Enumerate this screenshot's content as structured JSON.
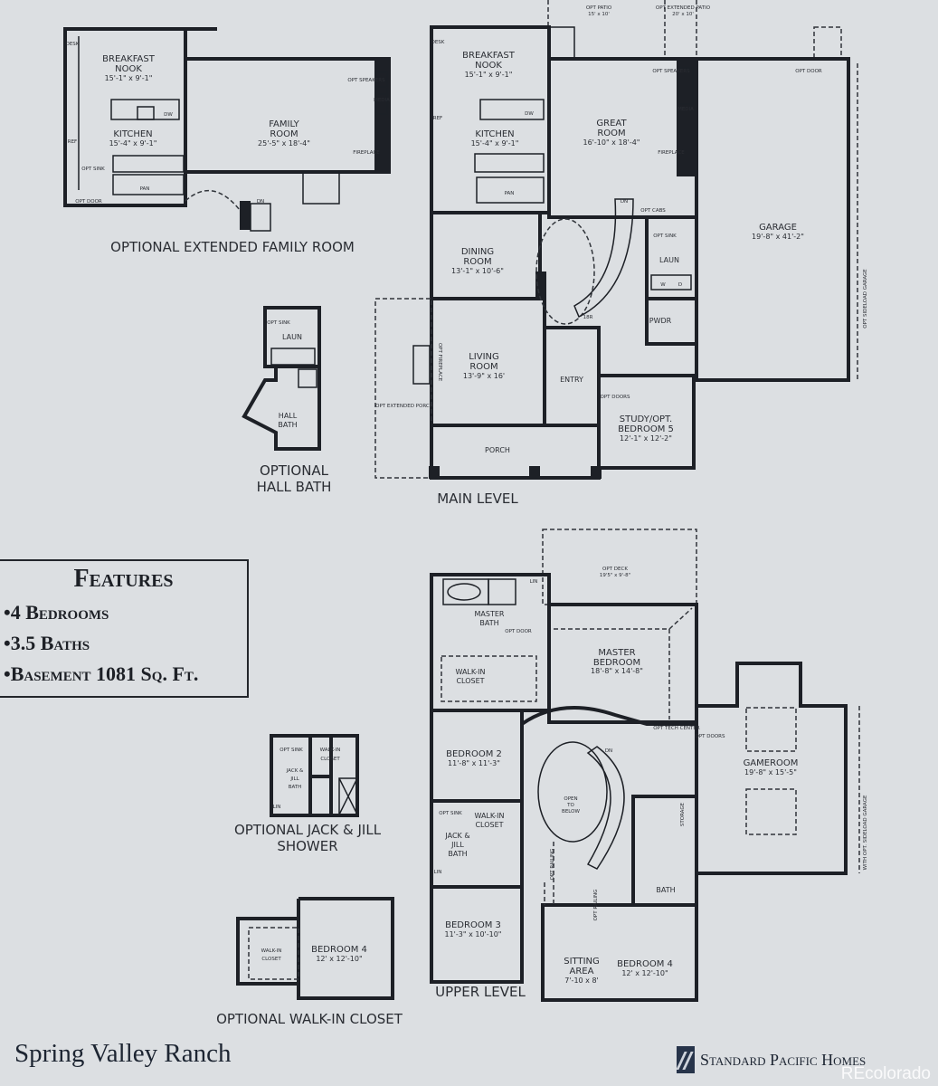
{
  "extended_family_room": {
    "caption": "OPTIONAL EXTENDED FAMILY ROOM",
    "rooms": [
      {
        "name1": "BREAKFAST",
        "name2": "NOOK",
        "dims": "15'-1\" x 9'-1\""
      },
      {
        "name1": "KITCHEN",
        "dims": "15'-4\" x 9'-1\""
      },
      {
        "name1": "FAMILY",
        "name2": "ROOM",
        "dims": "25'-5\" x 18'-4\""
      }
    ],
    "small": [
      "DESK",
      "REF",
      "OPT SINK",
      "OPT DOOR",
      "PAN",
      "DW",
      "MEDIA",
      "FIREPLACE",
      "DN",
      "OPT SPEAKERS"
    ]
  },
  "main_level": {
    "caption": "MAIN LEVEL",
    "rooms": [
      {
        "name1": "BREAKFAST",
        "name2": "NOOK",
        "dims": "15'-1\" x 9'-1\""
      },
      {
        "name1": "KITCHEN",
        "dims": "15'-4\" x 9'-1\""
      },
      {
        "name1": "GREAT",
        "name2": "ROOM",
        "dims": "16'-10\" x 18'-4\""
      },
      {
        "name1": "GARAGE",
        "dims": "19'-8\" x 41'-2\""
      },
      {
        "name1": "DINING",
        "name2": "ROOM",
        "dims": "13'-1\" x 10'-6\""
      },
      {
        "name1": "LIVING",
        "name2": "ROOM",
        "dims": "13'-9\" x 16'"
      },
      {
        "name1": "ENTRY"
      },
      {
        "name1": "PORCH"
      },
      {
        "name1": "STUDY/OPT.",
        "name2": "BEDROOM 5",
        "dims": "12'-1\" x 12'-2\""
      },
      {
        "name1": "PWDR"
      },
      {
        "name1": "LAUN"
      }
    ],
    "small": [
      "OPT PATIO",
      "15' x 10'",
      "OPT EXTENDED PATIO",
      "20' x 10'",
      "OPT DOOR",
      "OPT SIDELOAD GARAGE",
      "OPT EXTENDED PORCH",
      "OPT DOORS",
      "OPT CABS",
      "OPT SINK",
      "MEDIA",
      "FIREPLACE",
      "DN",
      "PAN",
      "OPT FIREPLACE",
      "OPT SPEAKERS",
      "DESK",
      "DW",
      "REF",
      "W",
      "D",
      "18R"
    ]
  },
  "hall_bath": {
    "caption1": "OPTIONAL",
    "caption2": "HALL BATH",
    "rooms": [
      {
        "name1": "LAUN"
      },
      {
        "name1": "HALL",
        "name2": "BATH"
      }
    ],
    "small": [
      "OPT SINK"
    ]
  },
  "features": {
    "title": "Features",
    "items": [
      "•4 Bedrooms",
      "•3.5 Baths",
      "•Basement 1081 Sq. Ft."
    ]
  },
  "upper_level": {
    "caption": "UPPER LEVEL",
    "rooms": [
      {
        "name1": "MASTER",
        "name2": "BATH"
      },
      {
        "name1": "WALK-IN",
        "name2": "CLOSET"
      },
      {
        "name1": "MASTER",
        "name2": "BEDROOM",
        "dims": "18'-8\" x 14'-8\""
      },
      {
        "name1": "BEDROOM 2",
        "dims": "11'-8\" x 11'-3\""
      },
      {
        "name1": "GAMEROOM",
        "dims": "19'-8\" x 15'-5\""
      },
      {
        "name1": "OPEN",
        "name2": "TO",
        "name3": "BELOW"
      },
      {
        "name1": "JACK &",
        "name2": "JILL",
        "name3": "BATH"
      },
      {
        "name1": "WALK-IN",
        "name2": "CLOSET"
      },
      {
        "name1": "BATH"
      },
      {
        "name1": "BEDROOM 3",
        "dims": "11'-3\" x 10'-10\""
      },
      {
        "name1": "SITTING",
        "name2": "AREA",
        "dims": "7'-10 x 8'"
      },
      {
        "name1": "BEDROOM 4",
        "dims": "12' x 12'-10\""
      }
    ],
    "small": [
      "OPT DECK",
      "19'5\" x 9'-8\"",
      "LIN",
      "OPT DOOR",
      "OPT TECH CENTER",
      "OPT DOORS",
      "DN",
      "OPT RAILING",
      "OPT RAILING",
      "OPT SINK",
      "STORAGE",
      "WITH OPT. SIDELOAD GARAGE",
      "LIN"
    ]
  },
  "jack_jill_shower": {
    "caption1": "OPTIONAL JACK & JILL",
    "caption2": "SHOWER",
    "rooms": [
      {
        "name1": "WALK-IN",
        "name2": "CLOSET"
      },
      {
        "name1": "JACK &",
        "name2": "JILL",
        "name3": "BATH"
      }
    ],
    "small": [
      "OPT SINK",
      "LIN"
    ]
  },
  "walk_in_closet_option": {
    "caption": "OPTIONAL WALK-IN CLOSET",
    "rooms": [
      {
        "name1": "WALK-IN",
        "name2": "CLOSET"
      },
      {
        "name1": "BEDROOM 4",
        "dims": "12' x 12'-10\""
      }
    ]
  },
  "footer": {
    "community": "Spring Valley Ranch",
    "builder": "Standard Pacific Homes",
    "watermark": "REcolorado"
  }
}
